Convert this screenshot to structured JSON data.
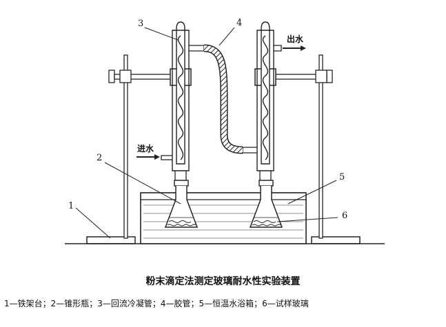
{
  "labels": {
    "n1": "1",
    "n2": "2",
    "n3": "3",
    "n4": "4",
    "n5": "5",
    "n6": "6",
    "water_in": "进水",
    "water_out": "出水"
  },
  "title": "粉末滴定法测定玻璃耐水性实验装置",
  "legend": "1—铁架台；2—锥形瓶；3—回流冷凝管；4—胶管；5—恒温水浴箱；6—试样玻璃"
}
